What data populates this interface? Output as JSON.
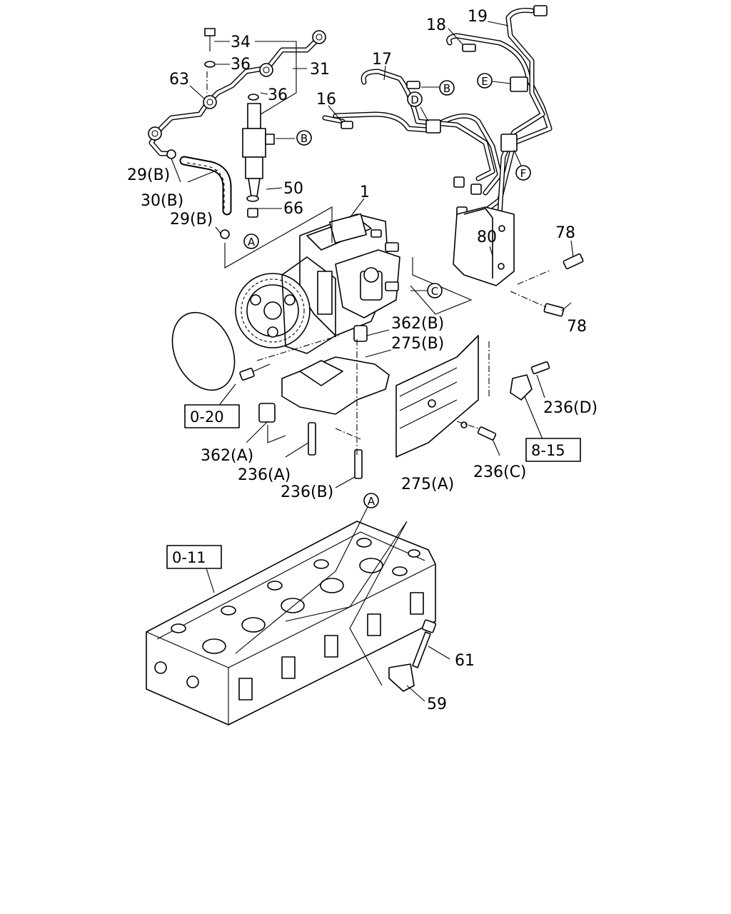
{
  "labels": {
    "p34": "34",
    "p36a": "36",
    "p31": "31",
    "p63": "63",
    "p36b": "36",
    "p29b_top": "29(B)",
    "p30b": "30(B)",
    "p29b_bot": "29(B)",
    "p50": "50",
    "p66": "66",
    "p1": "1",
    "p17": "17",
    "p16": "16",
    "p18": "18",
    "p19": "19",
    "p80": "80",
    "p78_top": "78",
    "p78_bot": "78",
    "p362b": "362(B)",
    "p275b": "275(B)",
    "p362a": "362(A)",
    "p236a": "236(A)",
    "p236b": "236(B)",
    "p236c": "236(C)",
    "p236d": "236(D)",
    "p275a": "275(A)",
    "p61": "61",
    "p59": "59"
  },
  "refs": {
    "r020": "0-20",
    "r815": "8-15",
    "r011": "0-11"
  },
  "callouts": {
    "a1": "A",
    "a2": "A",
    "b1": "B",
    "b2": "B",
    "c": "C",
    "d": "D",
    "e": "E",
    "f": "F"
  }
}
